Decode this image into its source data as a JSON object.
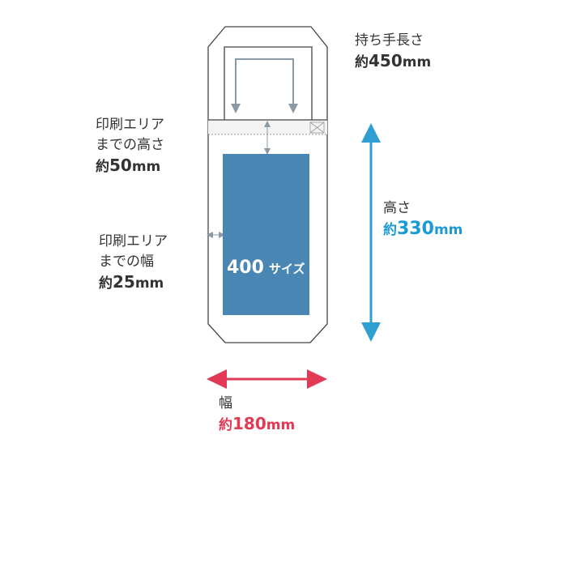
{
  "handle": {
    "label": "持ち手長さ",
    "value_prefix": "約",
    "value_number": "450",
    "value_unit": "mm"
  },
  "top_margin": {
    "line1": "印刷エリア",
    "line2": "までの高さ",
    "value_prefix": "約",
    "value_number": "50",
    "value_unit": "mm"
  },
  "side_margin": {
    "line1": "印刷エリア",
    "line2": "までの幅",
    "value_prefix": "約",
    "value_number": "25",
    "value_unit": "mm"
  },
  "height": {
    "label": "高さ",
    "value_prefix": "約",
    "value_number": "330",
    "value_unit": "mm"
  },
  "width": {
    "label": "幅",
    "value_prefix": "約",
    "value_number": "180",
    "value_unit": "mm"
  },
  "print_area": {
    "number": "400",
    "suffix": "サイズ"
  },
  "colors": {
    "outline": "#444444",
    "print_fill": "#4a86b3",
    "height_arrow": "#2e9fd0",
    "width_arrow": "#e23a54",
    "dim_arrow": "#8a99a6",
    "value_height": "#1a9ad6",
    "value_width": "#e23a54",
    "text": "#333333"
  }
}
